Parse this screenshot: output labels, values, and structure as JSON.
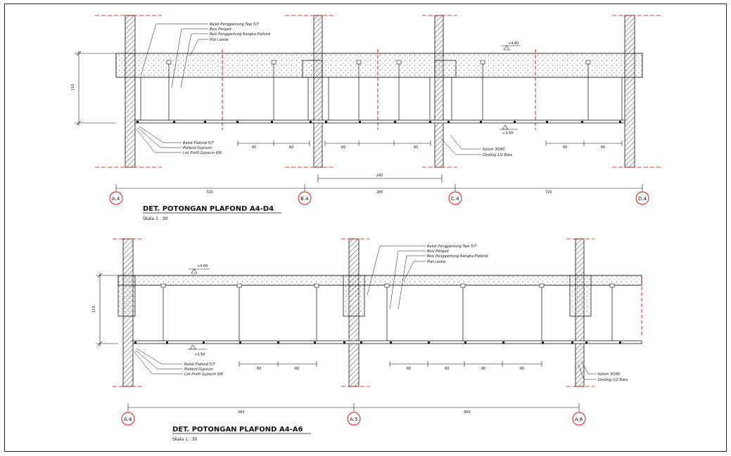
{
  "colors": {
    "line": "#111111",
    "axis": "#e00000",
    "concrete_fill": "#f2f2f2",
    "hatch": "#444444"
  },
  "detail_1": {
    "title": "DET. POTONGAN PLAFOND A4-D4",
    "scale": "Skala    1 : 30",
    "grid": [
      "A.4",
      "B.4",
      "C.4",
      "D.4"
    ],
    "spans": [
      "720",
      "285",
      "720"
    ],
    "sub_dim": "240",
    "height_dim": "110",
    "level_top": "+4.60",
    "level_bottom": "+3.50",
    "spacing": [
      "60",
      "60",
      "60",
      "60",
      "60",
      "60"
    ],
    "callout_top": [
      "Balok Penggantung Tepi 5/7",
      "Besi Pengait",
      "Besi Penggantung Rangka Plafond",
      "Plat Lantai"
    ],
    "callout_bottom": [
      "Balok Plafond 5/7",
      "Plafond Gypsum",
      "List Profil Gypsum 8/8"
    ],
    "callout_right": [
      "Kolom 30/60",
      "Dinding 1/2 Bata"
    ]
  },
  "detail_2": {
    "title": "DET. POTONGAN PLAFOND A4-A6",
    "scale": "Skala    1 : 30",
    "grid": [
      "A.4",
      "A.5",
      "A.6"
    ],
    "spans": [
      "360",
      "360"
    ],
    "height_dim": "110",
    "level_top": "+4.60",
    "level_bottom": "+3.50",
    "spacing_left": [
      "60",
      "60"
    ],
    "spacing_right": [
      "60",
      "60",
      "60",
      "60"
    ],
    "callout_top": [
      "Balok Penggantung Tepi 5/7",
      "Besi Pengait",
      "Besi Penggantung Rangka Plafond",
      "Plat Lantai"
    ],
    "callout_bottom": [
      "Balok Plafond 5/7",
      "Plafond Gypsum",
      "List Profil Gypsum 8/8"
    ],
    "callout_right": [
      "Kolom 30/60",
      "Dinding 1/2 Bata"
    ]
  }
}
